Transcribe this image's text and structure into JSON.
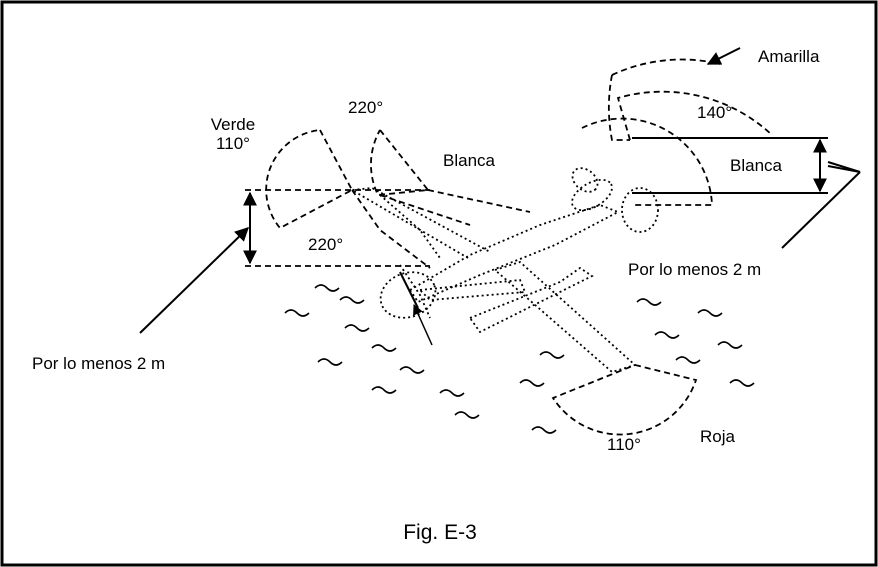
{
  "labels": {
    "amarilla": "Amarilla",
    "deg_140": "140°",
    "verde": "Verde",
    "deg_110_verde": "110°",
    "deg_220_top": "220°",
    "blanca_left": "Blanca",
    "blanca_right": "Blanca",
    "deg_220_mid": "220°",
    "min_2m_right": "Por lo menos 2 m",
    "min_2m_left": "Por lo menos 2 m",
    "roja": "Roja",
    "deg_110_roja": "110°"
  },
  "caption": "Fig. E-3"
}
